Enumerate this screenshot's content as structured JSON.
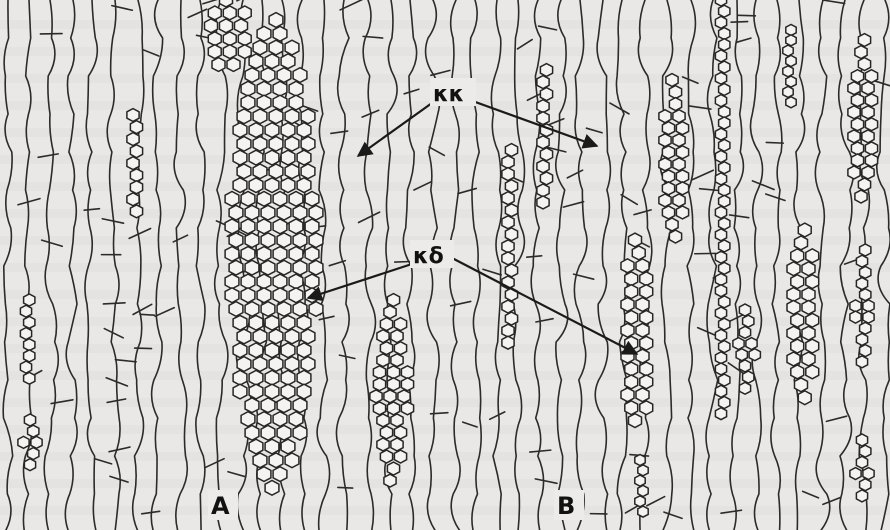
{
  "figure": {
    "labels": {
      "kk": "κκ",
      "kd": "κδ",
      "panel_a": "A",
      "panel_b": "B"
    }
  }
}
